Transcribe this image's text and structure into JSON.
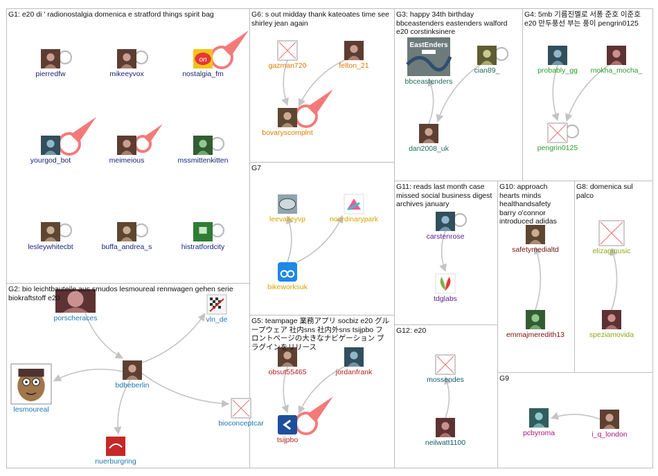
{
  "groups": [
    {
      "id": "G1",
      "title": "G1: e20 di ' radionostalgia domenica e stratford things spirit bag",
      "color": "#1a237e"
    },
    {
      "id": "G2",
      "title": "G2: bio leichtbauteile aus smudos lesmoureal rennwagen gehen serie biokraftstoff e20",
      "color": "#1e78b4"
    },
    {
      "id": "G3",
      "title": "G3: happy 34th birthday bbceastenders eastenders walford e20 corstinksinere",
      "color": "#1f6b5a"
    },
    {
      "id": "G4",
      "title": "G4: 5mb 기름진멜로 서퐁 준호 이준호 e20 만두풍선 부는 풍이 pengrin0125",
      "color": "#2e9e2e"
    },
    {
      "id": "G5",
      "title": "G5: teampage 業務アプリ socbiz e20 グループウェア 社内sns 社内外sns tsijpbo フロントページの大きなナビゲーション プラグインをリリース",
      "color": "#b71c1c"
    },
    {
      "id": "G6",
      "title": "G6: s out midday thank kateoates time see shirley jean again",
      "color": "#e07b00"
    },
    {
      "id": "G7",
      "title": "G7",
      "color": "#d4a400"
    },
    {
      "id": "G8",
      "title": "G8: domenica sul palco",
      "color": "#8aa61a"
    },
    {
      "id": "G9",
      "title": "G9",
      "color": "#b0127a"
    },
    {
      "id": "G10",
      "title": "G10: approach hearts minds healthandsafety barry o'connor introduced adidas",
      "color": "#7a1010"
    },
    {
      "id": "G11",
      "title": "G11: reads last month case missed social business digest archives january",
      "color": "#5b1a8b"
    },
    {
      "id": "G12",
      "title": "G12: e20",
      "color": "#0c5a66"
    }
  ],
  "nodes": [
    {
      "id": "pierredfw",
      "label": "pierredfw",
      "group": "G1",
      "icon": "avatar-icon"
    },
    {
      "id": "mikeeyvox",
      "label": "mikeeyvox",
      "group": "G1",
      "icon": "avatar-icon"
    },
    {
      "id": "nostalgia_fm",
      "label": "nostalgia_fm",
      "group": "G1",
      "icon": "radio-logo-icon"
    },
    {
      "id": "yourgod_bot",
      "label": "yourgod_bot",
      "group": "G1",
      "icon": "avatar-icon"
    },
    {
      "id": "meimeious",
      "label": "meimeious",
      "group": "G1",
      "icon": "avatar-icon"
    },
    {
      "id": "mssmittenkitten",
      "label": "mssmittenkitten",
      "group": "G1",
      "icon": "avatar-icon"
    },
    {
      "id": "lesleywhitecbt",
      "label": "lesleywhitecbt",
      "group": "G1",
      "icon": "avatar-icon"
    },
    {
      "id": "buffa_andrea_s",
      "label": "buffa_andrea_s",
      "group": "G1",
      "icon": "avatar-icon"
    },
    {
      "id": "histratfordcity",
      "label": "histratfordcity",
      "group": "G1",
      "icon": "hotel-logo-icon"
    },
    {
      "id": "porscheraces",
      "label": "porscheraces",
      "group": "G2",
      "icon": "avatar-icon"
    },
    {
      "id": "vln_de",
      "label": "vln_de",
      "group": "G2",
      "icon": "flag-logo-icon"
    },
    {
      "id": "lesmoureal",
      "label": "lesmoureal",
      "group": "G2",
      "icon": "cartoon-face-icon"
    },
    {
      "id": "bdbeberlin",
      "label": "bdbeberlin",
      "group": "G2",
      "icon": "avatar-icon"
    },
    {
      "id": "bioconceptcar",
      "label": "bioconceptcar",
      "group": "G2",
      "icon": "broken-image-icon"
    },
    {
      "id": "nuerburgring",
      "label": "nuerburgring",
      "group": "G2",
      "icon": "circuit-logo-icon"
    },
    {
      "id": "bbceastenders",
      "label": "bbceastenders",
      "group": "G3",
      "icon": "eastenders-logo-icon"
    },
    {
      "id": "cian89_",
      "label": "cian89_",
      "group": "G3",
      "icon": "avatar-icon"
    },
    {
      "id": "dan2008_uk",
      "label": "dan2008_uk",
      "group": "G3",
      "icon": "avatar-icon"
    },
    {
      "id": "probably_gg",
      "label": "probably_gg",
      "group": "G4",
      "icon": "avatar-icon"
    },
    {
      "id": "mokha_mocha_",
      "label": "mokha_mocha_",
      "group": "G4",
      "icon": "avatar-icon"
    },
    {
      "id": "pengrin0125",
      "label": "pengrin0125",
      "group": "G4",
      "icon": "broken-image-icon"
    },
    {
      "id": "obsut55465",
      "label": "obsut55465",
      "group": "G5",
      "icon": "avatar-icon"
    },
    {
      "id": "jordanfrank",
      "label": "jordanfrank",
      "group": "G5",
      "icon": "avatar-icon"
    },
    {
      "id": "tsijpbo",
      "label": "tsijpbo",
      "group": "G5",
      "icon": "chevron-logo-icon"
    },
    {
      "id": "gazman720",
      "label": "gazman720",
      "group": "G6",
      "icon": "broken-image-icon"
    },
    {
      "id": "felton_21",
      "label": "felton_21",
      "group": "G6",
      "icon": "avatar-icon"
    },
    {
      "id": "bovaryscomplnt",
      "label": "bovaryscomplnt",
      "group": "G6",
      "icon": "avatar-icon"
    },
    {
      "id": "leevalleyvp",
      "label": "leevalleyvp",
      "group": "G7",
      "icon": "velodrome-icon"
    },
    {
      "id": "noordinarypark",
      "label": "noordinarypark",
      "group": "G7",
      "icon": "park-logo-icon"
    },
    {
      "id": "bikeworksuk",
      "label": "bikeworksuk",
      "group": "G7",
      "icon": "bike-logo-icon"
    },
    {
      "id": "elizagmusic",
      "label": "elizagmusic",
      "group": "G8",
      "icon": "broken-image-icon"
    },
    {
      "id": "speziamovida",
      "label": "speziamovida",
      "group": "G8",
      "icon": "avatar-icon"
    },
    {
      "id": "pcbyroma",
      "label": "pcbyroma",
      "group": "G9",
      "icon": "avatar-icon"
    },
    {
      "id": "i_q_london",
      "label": "i_q_london",
      "group": "G9",
      "icon": "avatar-icon"
    },
    {
      "id": "safetymedialtd",
      "label": "safetymedialtd",
      "group": "G10",
      "icon": "avatar-icon"
    },
    {
      "id": "emmajmeredith13",
      "label": "emmajmeredith13",
      "group": "G10",
      "icon": "avatar-icon"
    },
    {
      "id": "carstenrose",
      "label": "carstenrose",
      "group": "G11",
      "icon": "avatar-icon"
    },
    {
      "id": "tdglabs",
      "label": "tdglabs",
      "group": "G11",
      "icon": "leaf-logo-icon"
    },
    {
      "id": "mossendes",
      "label": "mossendes",
      "group": "G12",
      "icon": "broken-image-icon"
    },
    {
      "id": "neilwatt1100",
      "label": "neilwatt1100",
      "group": "G12",
      "icon": "avatar-icon"
    }
  ],
  "edges": [
    {
      "from": "felton_21",
      "to": "bovaryscomplnt"
    },
    {
      "from": "gazman720",
      "to": "bovaryscomplnt"
    },
    {
      "from": "cian89_",
      "to": "dan2008_uk"
    },
    {
      "from": "dan2008_uk",
      "to": "bbceastenders"
    },
    {
      "from": "probably_gg",
      "to": "pengrin0125"
    },
    {
      "from": "mokha_mocha_",
      "to": "pengrin0125"
    },
    {
      "from": "bikeworksuk",
      "to": "leevalleyvp"
    },
    {
      "from": "bikeworksuk",
      "to": "noordinarypark"
    },
    {
      "from": "bdbeberlin",
      "to": "lesmoureal"
    },
    {
      "from": "bdbeberlin",
      "to": "vln_de"
    },
    {
      "from": "bdbeberlin",
      "to": "nuerburgring"
    },
    {
      "from": "bdbeberlin",
      "to": "bioconceptcar"
    },
    {
      "from": "porscheraces",
      "to": "bdbeberlin"
    },
    {
      "from": "obsut55465",
      "to": "tsijpbo"
    },
    {
      "from": "jordanfrank",
      "to": "tsijpbo"
    },
    {
      "from": "carstenrose",
      "to": "tdglabs"
    },
    {
      "from": "emmajmeredith13",
      "to": "safetymedialtd"
    },
    {
      "from": "speziamovida",
      "to": "elizagmusic"
    },
    {
      "from": "i_q_london",
      "to": "pcbyroma"
    },
    {
      "from": "neilwatt1100",
      "to": "mossendes"
    }
  ],
  "self_loops": [
    {
      "node": "pierredfw",
      "size": "small"
    },
    {
      "node": "mikeeyvox",
      "size": "small"
    },
    {
      "node": "nostalgia_fm",
      "size": "large"
    },
    {
      "node": "yourgod_bot",
      "size": "large"
    },
    {
      "node": "meimeious",
      "size": "medium"
    },
    {
      "node": "mssmittenkitten",
      "size": "small"
    },
    {
      "node": "lesleywhitecbt",
      "size": "small"
    },
    {
      "node": "buffa_andrea_s",
      "size": "small"
    },
    {
      "node": "histratfordcity",
      "size": "small"
    },
    {
      "node": "bovaryscomplnt",
      "size": "large"
    },
    {
      "node": "tsijpbo",
      "size": "large"
    },
    {
      "node": "pengrin0125",
      "size": "small"
    },
    {
      "node": "cian89_",
      "size": "small"
    },
    {
      "node": "carstenrose",
      "size": "small"
    }
  ],
  "loop_colors": {
    "small": "#bbbbbb",
    "large": "#f47a7a"
  },
  "edge_color": "#c4c4c4"
}
